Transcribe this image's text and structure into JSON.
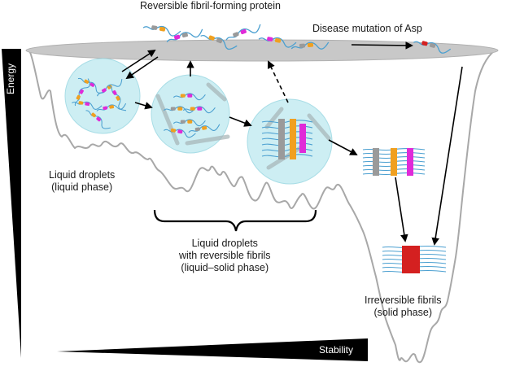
{
  "labels": {
    "top_title": "Reversible fibril-forming protein",
    "disease": "Disease mutation of Asp",
    "droplets_line1": "Liquid droplets",
    "droplets_line2": "(liquid phase)",
    "rev_line1": "Liquid droplets",
    "rev_line2": "with reversible fibrils",
    "rev_line3": "(liquid–solid phase)",
    "irr_line1": "Irreversible fibrils",
    "irr_line2": "(solid phase)"
  },
  "axes": {
    "energy": "Energy",
    "stability": "Stability"
  },
  "colors": {
    "droplet_fill": "#cdeef3",
    "droplet_stroke": "#a8dde6",
    "strand": "#4a9fd0",
    "orange_segment": "#f0a020",
    "magenta_segment": "#e02ad8",
    "gray_segment": "#9a9a9a",
    "mutant_segment": "#d42020",
    "landscape_fill": "#c8c8c8",
    "landscape_stroke": "#a0a0a0",
    "wedge": "#000000"
  }
}
